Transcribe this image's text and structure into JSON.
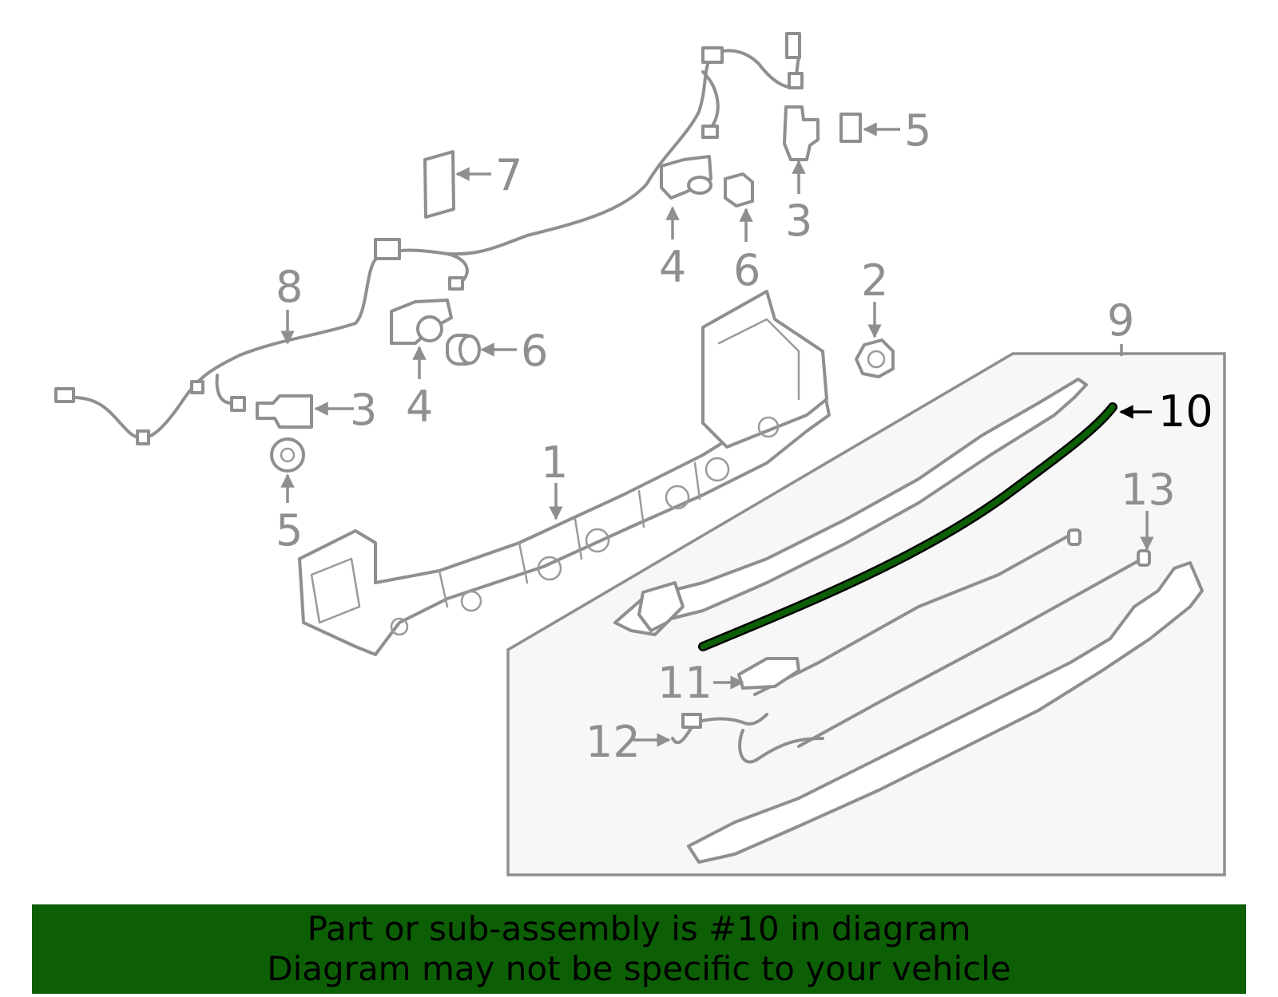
{
  "diagram": {
    "callouts": [
      {
        "id": "c1",
        "label": "1"
      },
      {
        "id": "c2",
        "label": "2"
      },
      {
        "id": "c3a",
        "label": "3"
      },
      {
        "id": "c3b",
        "label": "3"
      },
      {
        "id": "c4a",
        "label": "4"
      },
      {
        "id": "c4b",
        "label": "4"
      },
      {
        "id": "c5a",
        "label": "5"
      },
      {
        "id": "c5b",
        "label": "5"
      },
      {
        "id": "c6a",
        "label": "6"
      },
      {
        "id": "c6b",
        "label": "6"
      },
      {
        "id": "c7",
        "label": "7"
      },
      {
        "id": "c8",
        "label": "8"
      },
      {
        "id": "c9",
        "label": "9"
      },
      {
        "id": "c10",
        "label": "10"
      },
      {
        "id": "c11",
        "label": "11"
      },
      {
        "id": "c12",
        "label": "12"
      },
      {
        "id": "c13",
        "label": "13"
      }
    ],
    "highlight_part": "10",
    "colors": {
      "line": "#8f8f8f",
      "highlight": "#0d5f06",
      "banner": "#0d5f06",
      "panel": "#f7f7f7"
    }
  },
  "banner": {
    "line1": "Part or sub-assembly is #10 in diagram",
    "line2": "Diagram may not be specific to your vehicle"
  }
}
